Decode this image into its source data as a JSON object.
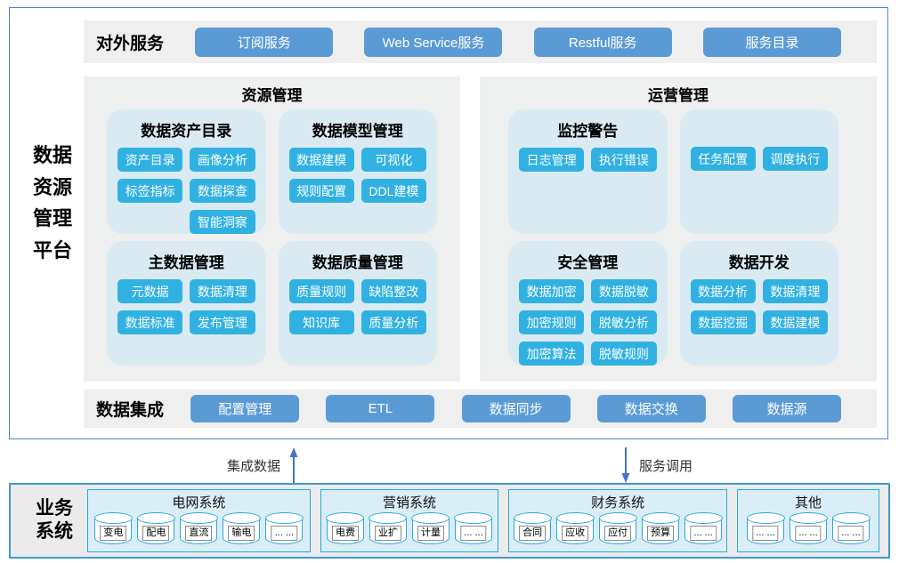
{
  "platform": {
    "side_title_lines": [
      "数据",
      "资源",
      "管理",
      "平台"
    ],
    "external": {
      "label": "对外服务",
      "buttons": [
        "订阅服务",
        "Web Service服务",
        "Restful服务",
        "服务目录"
      ]
    },
    "resource": {
      "title": "资源管理",
      "cards": [
        {
          "title": "数据资产目录",
          "buttons": [
            "资产目录",
            "画像分析",
            "标签指标",
            "数据探查",
            "",
            "智能洞察"
          ]
        },
        {
          "title": "数据模型管理",
          "buttons": [
            "数据建模",
            "可视化",
            "规则配置",
            "DDL建模"
          ]
        },
        {
          "title": "主数据管理",
          "buttons": [
            "元数据",
            "数据清理",
            "数据标准",
            "发布管理"
          ]
        },
        {
          "title": "数据质量管理",
          "buttons": [
            "质量规则",
            "缺陷整改",
            "知识库",
            "质量分析"
          ]
        }
      ]
    },
    "operation": {
      "title": "运营管理",
      "cards": [
        {
          "title": "监控警告",
          "buttons": [
            "日志管理",
            "执行错误"
          ]
        },
        {
          "title": "",
          "buttons": [
            "任务配置",
            "调度执行"
          ]
        },
        {
          "title": "安全管理",
          "buttons": [
            "数据加密",
            "数据脱敏",
            "加密规则",
            "脱敏分析",
            "加密算法",
            "脱敏规则"
          ]
        },
        {
          "title": "数据开发",
          "buttons": [
            "数据分析",
            "数据清理",
            "数据挖掘",
            "数据建模"
          ]
        }
      ]
    },
    "integration": {
      "label": "数据集成",
      "buttons": [
        "配置管理",
        "ETL",
        "数据同步",
        "数据交换",
        "数据源"
      ]
    }
  },
  "flows": {
    "up_label": "集成数据",
    "down_label": "服务调用"
  },
  "business": {
    "side_title_lines": [
      "业务",
      "系统"
    ],
    "groups": [
      {
        "title": "电网系统",
        "items": [
          "变电",
          "配电",
          "直流",
          "输电",
          "... ..."
        ]
      },
      {
        "title": "营销系统",
        "items": [
          "电费",
          "业扩",
          "计量",
          "... ..."
        ]
      },
      {
        "title": "财务系统",
        "items": [
          "合同",
          "应收",
          "应付",
          "预算",
          "... ..."
        ]
      },
      {
        "title": "其他",
        "items": [
          "... ...",
          "... ...",
          "... ..."
        ]
      }
    ]
  },
  "colors": {
    "service_button_blue": "#5b9bd5",
    "module_chip_cyan": "#30b1e1",
    "card_bg": "#d9eaf2",
    "strip_bg": "#efefef",
    "group_border": "#29a8dc",
    "platform_border": "#4a86c5",
    "arrow_blue": "#4472c4"
  }
}
